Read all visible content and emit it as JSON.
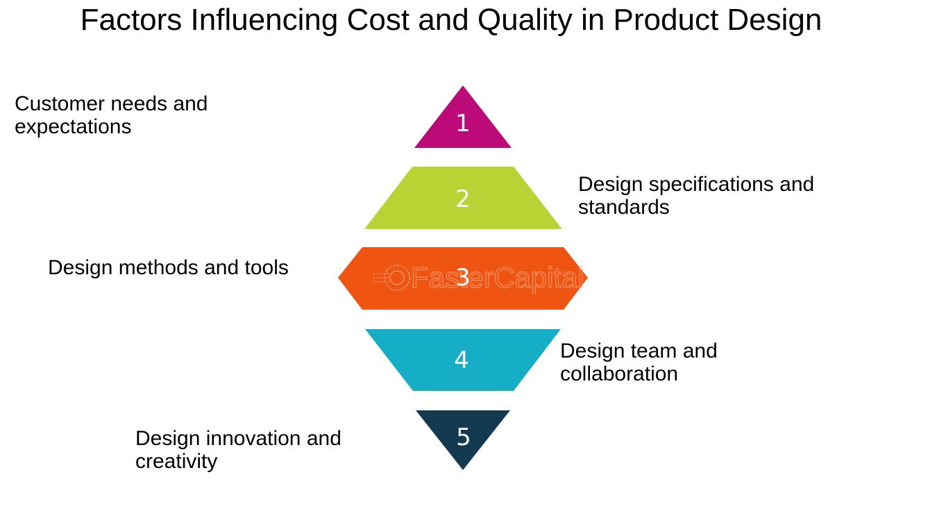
{
  "title": "Factors Influencing Cost and Quality in Product Design",
  "watermark": "FasterCapital",
  "levels": [
    {
      "number": "1",
      "label": "Customer needs and expectations",
      "label_line1": "Customer needs and",
      "label_line2": "expectations",
      "color": "#bc0a78",
      "shape": "triangle-up"
    },
    {
      "number": "2",
      "label": "Design specifications and standards",
      "label_line1": "Design specifications and",
      "label_line2": "standards",
      "color": "#b9d334",
      "shape": "trapezoid-up"
    },
    {
      "number": "3",
      "label": "Design methods and tools",
      "label_line1": "Design methods and tools",
      "label_line2": "",
      "color": "#ef5411",
      "shape": "hexagon"
    },
    {
      "number": "4",
      "label": "Design team and collaboration",
      "label_line1": "Design team and",
      "label_line2": "collaboration",
      "color": "#16adc7",
      "shape": "trapezoid-down"
    },
    {
      "number": "5",
      "label": "Design innovation and creativity",
      "label_line1": "Design innovation and",
      "label_line2": "creativity",
      "color": "#143a52",
      "shape": "triangle-down"
    }
  ]
}
